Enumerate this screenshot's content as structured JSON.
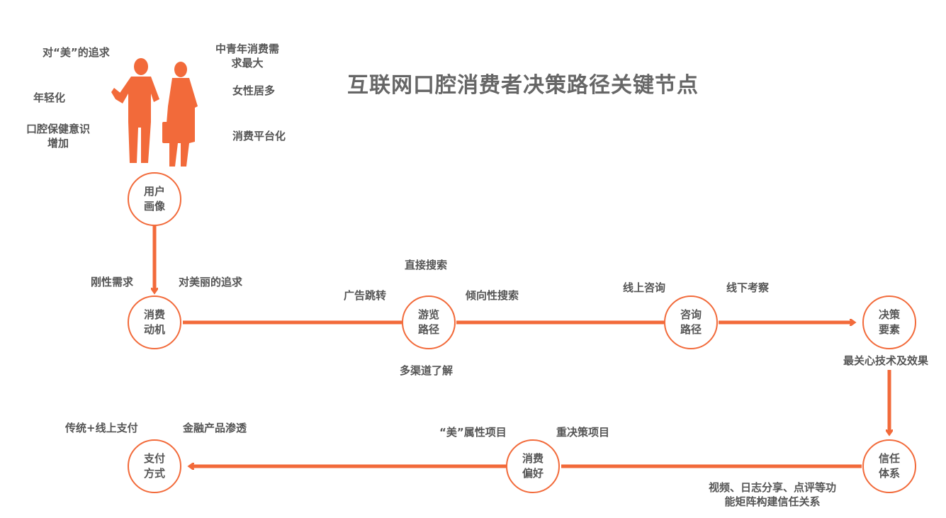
{
  "title": "互联网口腔消费者决策路径关键节点",
  "colors": {
    "accent": "#f26a3a",
    "text": "#555555"
  },
  "nodes": {
    "user_profile": "用户画像",
    "motivation": "消费动机",
    "browse_path": "游览路径",
    "consult_path": "咨询路径",
    "decision_factors": "决策要素",
    "trust_system": "信任体系",
    "preference": "消费偏好",
    "payment": "支付方式"
  },
  "labels": {
    "beauty_pursuit": "对“美”的追求",
    "younger": "年轻化",
    "oral_awareness_1": "口腔保健意识",
    "oral_awareness_2": "增加",
    "middle_aged_1": "中青年消费需",
    "middle_aged_2": "求最大",
    "female": "女性居多",
    "platform": "消费平台化",
    "rigid_demand": "刚性需求",
    "beauty_pursuit_2": "对美丽的追求",
    "direct_search": "直接搜索",
    "ad_jump": "广告跳转",
    "tendency_search": "倾向性搜索",
    "multi_channel": "多渠道了解",
    "online_consult": "线上咨询",
    "offline_visit": "线下考察",
    "tech_effect": "最关心技术及效果",
    "trust_1": "视频、日志分享、点评等功",
    "trust_2": "能矩阵构建信任关系",
    "beauty_items": "“美”属性项目",
    "heavy_decision": "重决策项目",
    "traditional_pay": "传统+线上支付",
    "finance": "金融产品渗透"
  },
  "icons": [
    "businessman-silhouette-icon",
    "businesswoman-silhouette-icon"
  ]
}
